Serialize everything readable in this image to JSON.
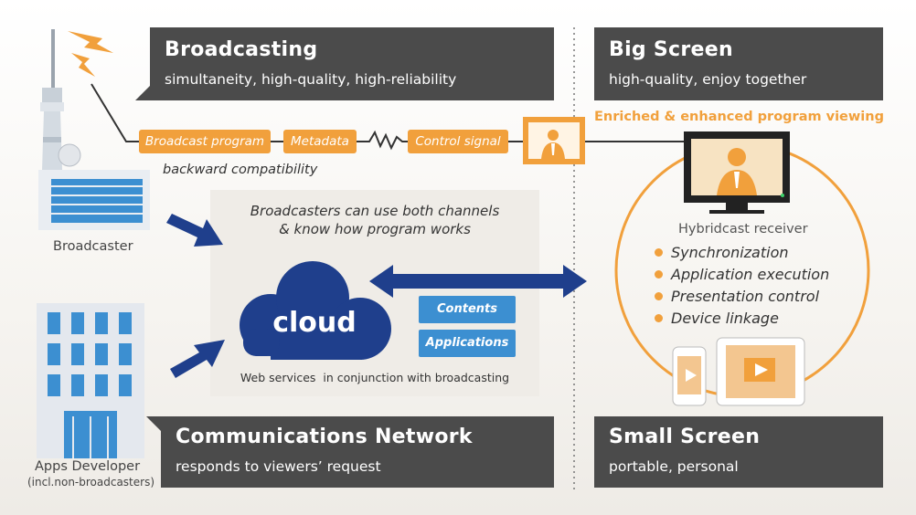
{
  "broadcasting": {
    "title": "Broadcasting",
    "subtitle": "simultaneity, high-quality, high-reliability"
  },
  "big_screen": {
    "title": "Big Screen",
    "subtitle": "high-quality, enjoy together"
  },
  "comm_network": {
    "title": "Communications Network",
    "subtitle": "responds to viewers’ request"
  },
  "small_screen": {
    "title": "Small Screen",
    "subtitle": "portable, personal"
  },
  "signal_tags": [
    "Broadcast program",
    "Metadata",
    "Control signal"
  ],
  "backward_compat": "backward compatibility",
  "enriched_label": "Enriched & enhanced program viewing",
  "broadcaster_label": "Broadcaster",
  "apps_developer": {
    "label": "Apps Developer",
    "note": "(incl.non-broadcasters)"
  },
  "center": {
    "line1": "Broadcasters can use both channels",
    "line2": "& know how program works",
    "cloud": "cloud",
    "contents": "Contents",
    "applications": "Applications",
    "web_services": "Web services  in conjunction with broadcasting"
  },
  "receiver": {
    "title": "Hybridcast receiver",
    "features": [
      "Synchronization",
      "Application execution",
      "Presentation control",
      "Device linkage"
    ]
  },
  "colors": {
    "orange": "#f1a03c",
    "navy": "#1f3f8c",
    "dark": "#4b4b4b",
    "light_blue": "#3c8fd1"
  }
}
